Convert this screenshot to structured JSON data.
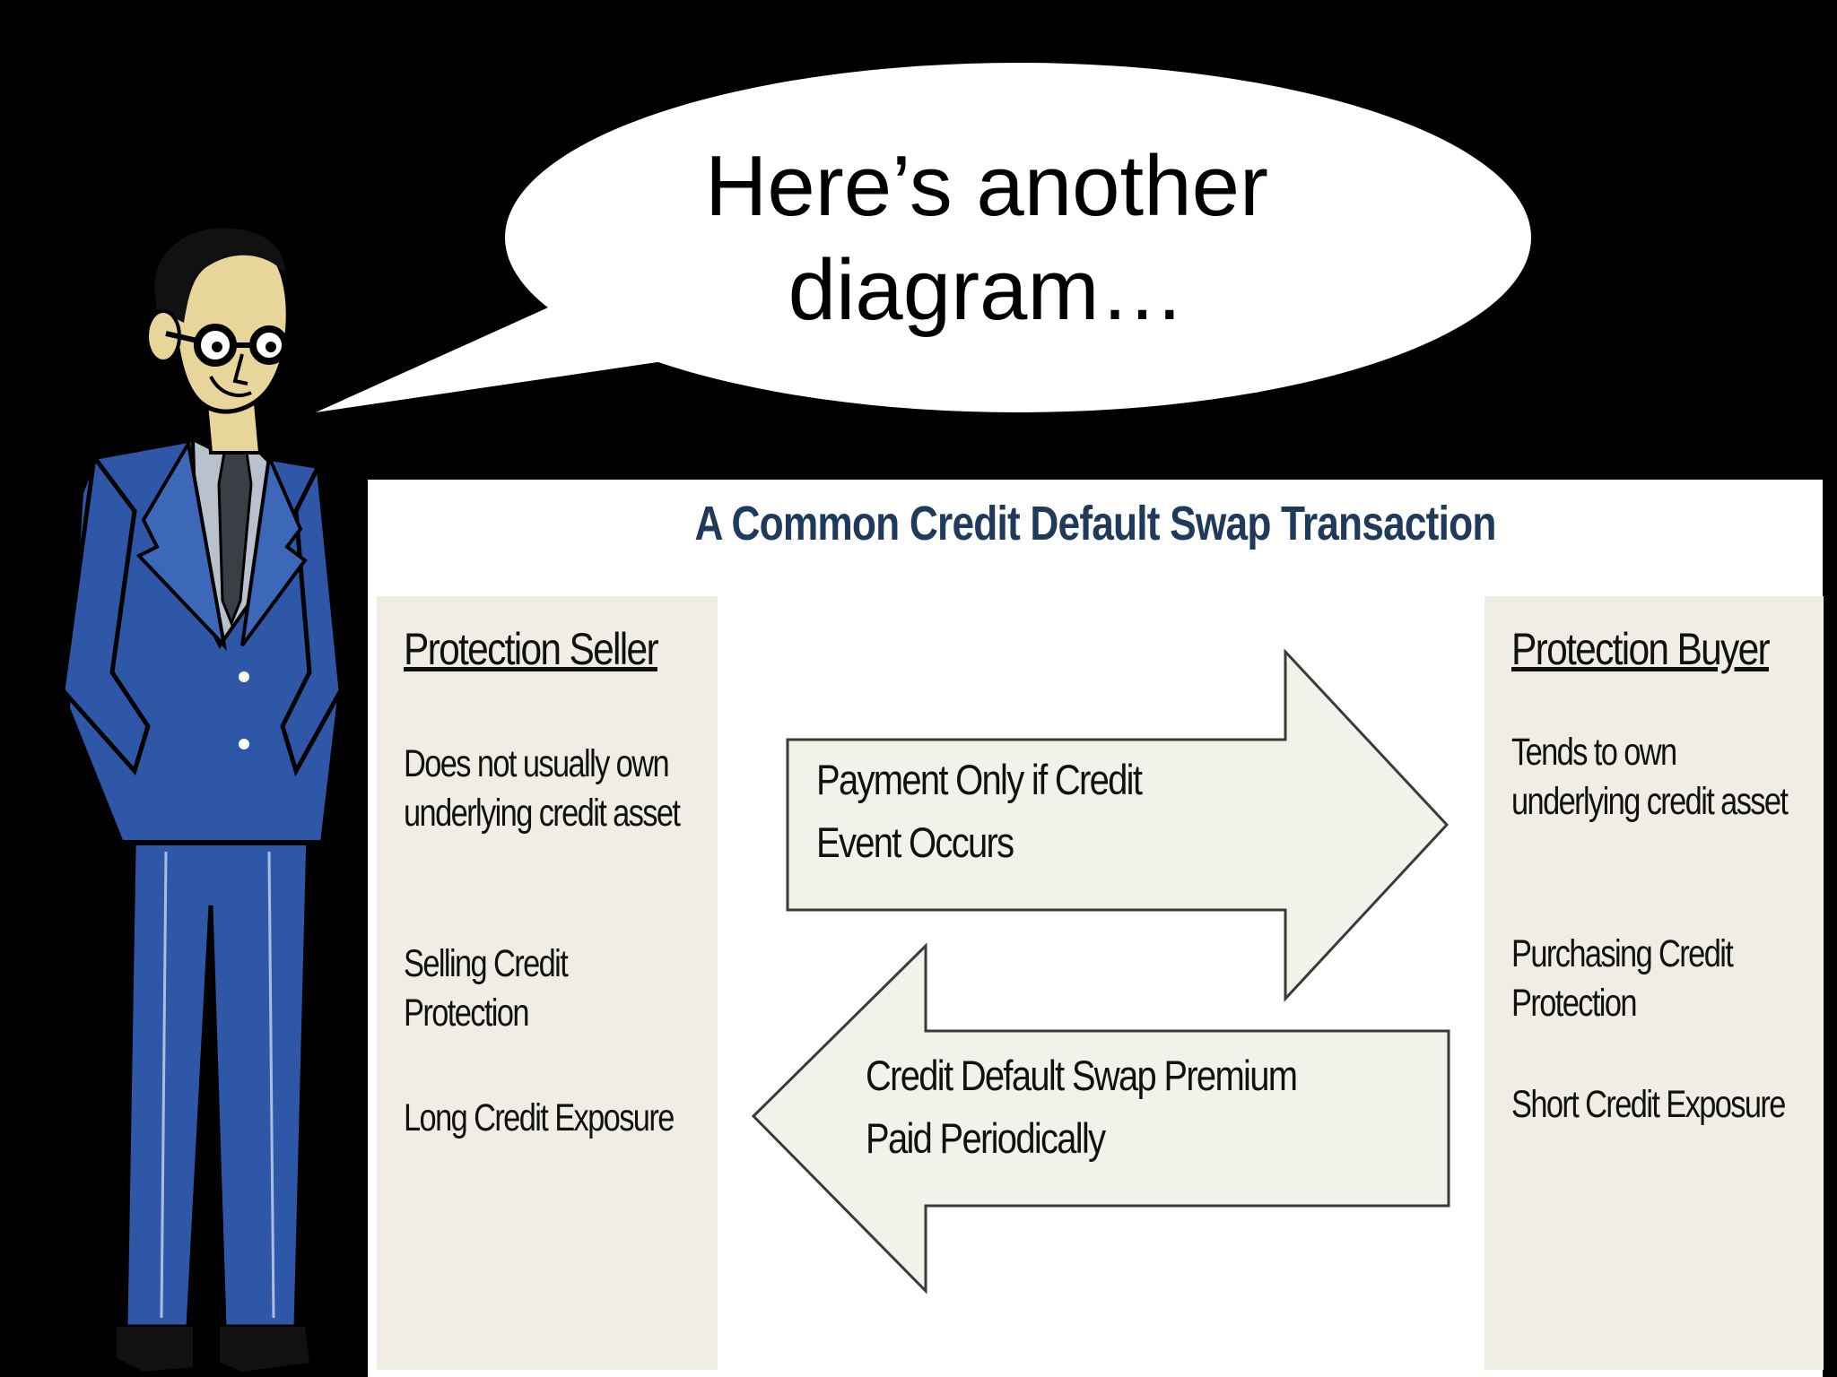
{
  "bubble": {
    "line1": "Here’s another",
    "line2": "diagram…"
  },
  "diagram": {
    "title": "A Common Credit Default Swap Transaction",
    "seller": {
      "heading": "Protection Seller",
      "items": [
        "Does not usually own underlying credit asset",
        "Selling Credit Protection",
        "Long Credit Exposure"
      ]
    },
    "buyer": {
      "heading": "Protection Buyer",
      "items": [
        "Tends to own underlying credit asset",
        "Purchasing Credit Protection",
        "Short Credit Exposure"
      ]
    },
    "arrow_right_label": "Payment Only if Credit Event Occurs",
    "arrow_left_label": "Credit Default Swap Premium Paid Periodically"
  },
  "colors": {
    "background": "#000000",
    "panel": "#ffffff",
    "side_box": "#efede4",
    "arrow_fill": "#f3f2ea",
    "title_color": "#1f3a5a",
    "suit": "#2f57a8"
  }
}
